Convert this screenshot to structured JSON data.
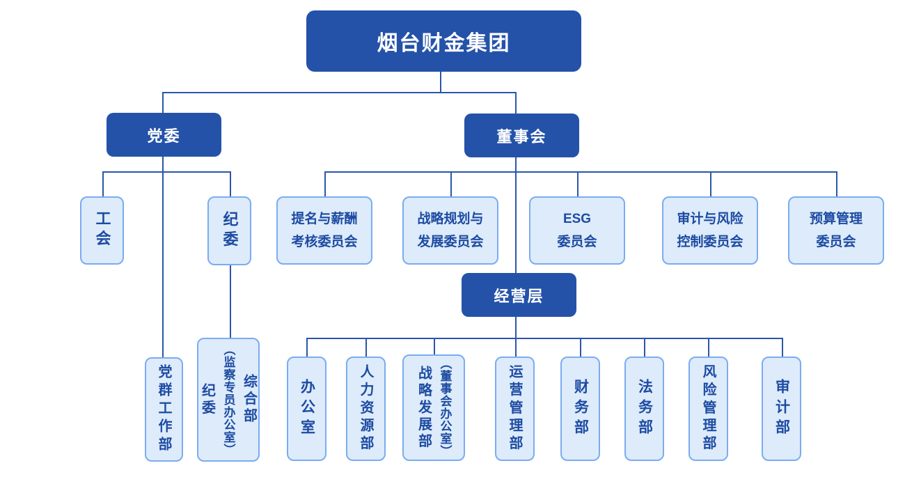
{
  "colors": {
    "dark_box_fill": "#2452A9",
    "dark_box_text": "#FFFFFF",
    "light_box_fill": "#DDEBFB",
    "light_box_border": "#7AACF0",
    "light_box_text": "#1D4BA1",
    "connector_line": "#2B56A8",
    "background": "#FFFFFF"
  },
  "org": {
    "root": "烟台财金集团",
    "party": "党委",
    "board": "董事会",
    "management": "经营层",
    "union": "工会",
    "discipline": "纪委",
    "party_departments": {
      "mass_work": "党群工作部",
      "general": {
        "col1": "纪委",
        "col2": "（监察专员办公室）",
        "col3": "综合部"
      }
    },
    "board_committees": [
      {
        "line1": "提名与薪酬",
        "line2": "考核委员会"
      },
      {
        "line1": "战略规划与",
        "line2": "发展委员会"
      },
      {
        "line1": "ESG",
        "line2": "委员会"
      },
      {
        "line1": "审计与风险",
        "line2": "控制委员会"
      },
      {
        "line1": "预算管理",
        "line2": "委员会"
      }
    ],
    "management_departments": [
      {
        "label": "办公室"
      },
      {
        "label": "人力资源部"
      },
      {
        "col1": "战略发展部",
        "col2": "（董事会办公室）"
      },
      {
        "label": "运营管理部"
      },
      {
        "label": "财务部"
      },
      {
        "label": "法务部"
      },
      {
        "label": "风险管理部"
      },
      {
        "label": "审计部"
      }
    ]
  }
}
